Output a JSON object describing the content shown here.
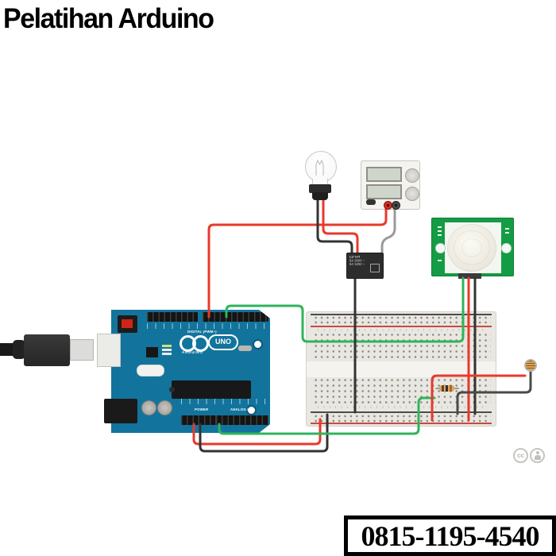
{
  "title": "Pelatihan Arduino",
  "phone": "0815-1195-4540",
  "arduino": {
    "digital_label": "DIGITAL (PWM~)",
    "brand": "ARDUINO",
    "model": "UNO",
    "power_label": "POWER",
    "analog_label": "ANALOG IN"
  },
  "relay": {
    "part_number": "LU 5-R",
    "rating_line1": "5A 250V ~",
    "rating_line2": "5A 125V ~"
  },
  "cc_badge": {
    "label": "cc"
  },
  "colors": {
    "wire_red": "#e8392b",
    "wire_green": "#2fb45b",
    "wire_black": "#333333",
    "wire_gray": "#9a9a9a",
    "arduino_board": "#12749c",
    "pir_board": "#149c44",
    "breadboard": "#e9e7e1"
  }
}
